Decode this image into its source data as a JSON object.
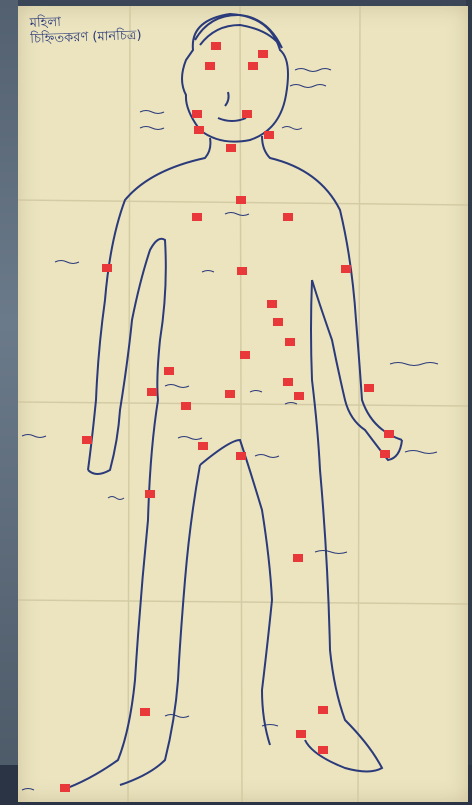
{
  "photo": {
    "subject": "hand-drawn body map on folded paper with red sticky markers",
    "colors": {
      "paper": "#ebe4bf",
      "ink": "#2b3a7a",
      "marker": "#e8383a",
      "background": "#3a4658"
    },
    "caption_lines": [
      "মহিলা",
      "চিহ্নিতকরণ (মানচিত্র)"
    ]
  }
}
